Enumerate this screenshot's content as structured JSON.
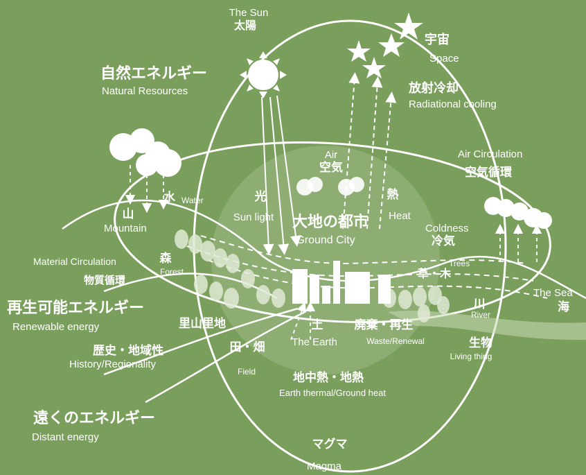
{
  "diagram": {
    "colors": {
      "background": "#7a9e5c",
      "ink": "#ffffff",
      "glow": "#c9dbb7"
    },
    "labels": {
      "sun_en": "The Sun",
      "sun_jp": "太陽",
      "space_jp": "宇宙",
      "space_en": "Space",
      "natural_jp": "自然エネルギー",
      "natural_en": "Natural Resources",
      "radcool_jp": "放射冷却",
      "radcool_en": "Radiational cooling",
      "air_en": "Air",
      "air_jp": "空気",
      "aircirc_en": "Air Circulation",
      "aircirc_jp": "空気循環",
      "light_jp": "光",
      "light_en": "Sun light",
      "heat_jp": "熱",
      "heat_en": "Heat",
      "city_jp": "大地の都市",
      "city_en": "Ground City",
      "mountain_jp": "山",
      "mountain_en": "Mountain",
      "water_jp": "水",
      "water_en": "Water",
      "coldness_en": "Coldness",
      "coldness_jp": "冷気",
      "matcirc_en": "Material Circulation",
      "matcirc_jp": "物質循環",
      "forest_jp": "森",
      "forest_en": "Forest",
      "trees_en": "Trees",
      "trees_jp": "草・木",
      "sea_en": "The Sea",
      "sea_jp": "海",
      "renewable_jp": "再生可能エネルギー",
      "renewable_en": "Renewable energy",
      "satoyama_jp": "里山里地",
      "earth_jp": "土",
      "earth_en": "The Earth",
      "waste_jp": "廃棄・再生",
      "waste_en": "Waste/Renewal",
      "river_jp": "川",
      "river_en": "River",
      "living_jp": "生物",
      "living_en": "Living thing",
      "history_jp": "歴史・地域性",
      "history_en": "History/Regionality",
      "field_jp": "田・畑",
      "field_en": "Field",
      "geo_jp": "地中熱・地熱",
      "geo_en": "Earth thermal/Ground heat",
      "distant_jp": "遠くのエネルギー",
      "distant_en": "Distant energy",
      "magma_jp": "マグマ",
      "magma_en": "Magma"
    }
  }
}
